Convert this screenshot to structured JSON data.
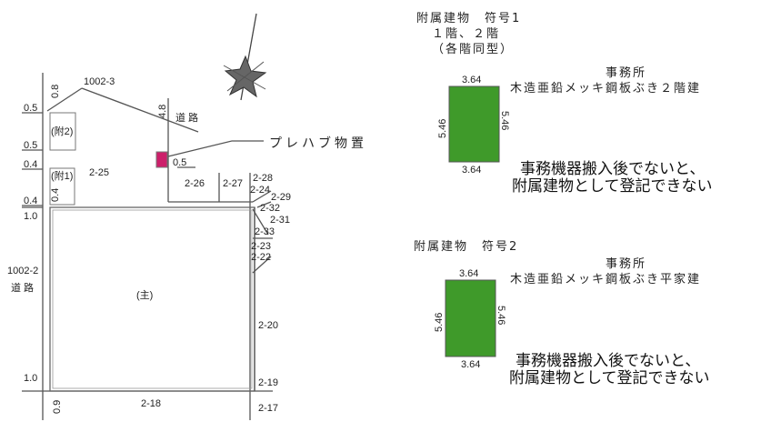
{
  "site_plan": {
    "labels": {
      "lot_1002_3": "1002-3",
      "lot_1002_2": "1002-2",
      "road_top": "道 路",
      "road_left": "道 路",
      "annex2": "(附2)",
      "annex1": "(附1)",
      "main": "(主)",
      "prefab": "プレハブ物置",
      "lot_2_25": "2-25",
      "lot_2_26": "2-26",
      "lot_2_27": "2-27",
      "lot_2_28": "2-28",
      "lot_2_24": "2-24",
      "lot_2_29": "2-29",
      "lot_2_32": "2-32",
      "lot_2_31": "2-31",
      "lot_2_33": "2-33",
      "lot_2_23": "2-23",
      "lot_2_22": "2-22",
      "lot_2_20": "2-20",
      "lot_2_19": "2-19",
      "lot_2_17": "2-17",
      "lot_2_18": "2-18"
    },
    "dimensions": {
      "d1": "0.5",
      "d2": "0.5",
      "d3": "0.4",
      "d4": "0.4",
      "d5": "1.0",
      "d6": "1.0",
      "d_08": "0.8",
      "d_48": "4.8",
      "d_05": "0.5",
      "d_04": "0.4",
      "d_09": "0.9"
    },
    "colors": {
      "prefab": "#cc1f6a",
      "annex_fill": "#3f9a2a"
    }
  },
  "annex1": {
    "title": "附属建物　符号1",
    "floors": "１階、２階",
    "note": "（各階同型）",
    "use": "事務所",
    "structure": "木造亜鉛メッキ鋼板ぶき２階建",
    "width_top": "3.64",
    "width_bottom": "3.64",
    "height_left": "5.46",
    "height_right": "5.46",
    "warning_line1": "事務機器搬入後でないと、",
    "warning_line2": "附属建物として登記できない"
  },
  "annex2": {
    "title": "附属建物　符号2",
    "use": "事務所",
    "structure": "木造亜鉛メッキ鋼板ぶき平家建",
    "width_top": "3.64",
    "width_bottom": "3.64",
    "height_left": "5.46",
    "height_right": "5.46",
    "warning_line1": "事務機器搬入後でないと、",
    "warning_line2": "附属建物として登記できない"
  }
}
